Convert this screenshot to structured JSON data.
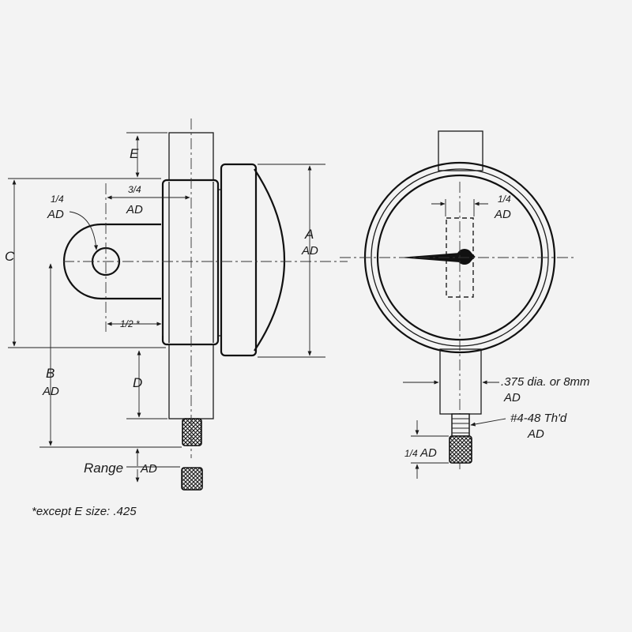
{
  "labels": {
    "E": "E",
    "C": "C",
    "A": "A",
    "B": "B",
    "D": "D",
    "quarter": "1/4",
    "three_quarter": "3/4",
    "half_except": "1/2 *",
    "range": "Range",
    "od_symbol": "AD",
    "stem_dia": ".375 dia. or 8mm",
    "thread": "#4-48 Th'd",
    "quarter_right": "1/4",
    "quarter_lower": "1/4",
    "footnote": "*except E size: .425"
  }
}
